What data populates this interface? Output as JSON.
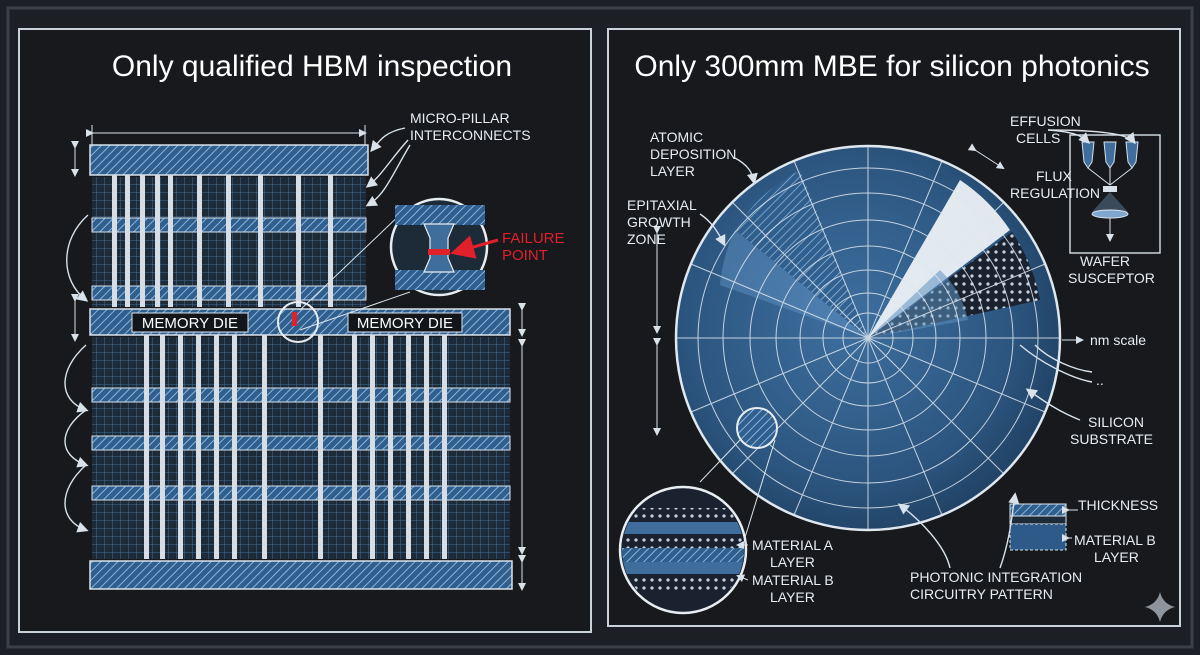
{
  "left_panel": {
    "title": "Only qualified HBM inspection",
    "labels": {
      "micro_pillar_1": "MICRO-PILLAR",
      "micro_pillar_2": "INTERCONNECTS",
      "failure_1": "FAILURE",
      "failure_2": "POINT",
      "memory_die_left": "MEMORY DIE",
      "memory_die_right": "MEMORY DIE"
    }
  },
  "right_panel": {
    "title": "Only 300mm MBE for silicon photonics",
    "labels": {
      "atomic_1": "ATOMIC",
      "atomic_2": "DEPOSITION",
      "atomic_3": "LAYER",
      "epitaxial_1": "EPITAXIAL",
      "epitaxial_2": "GROWTH",
      "epitaxial_3": "ZONE",
      "effusion_1": "EFFUSION",
      "effusion_2": "CELLS",
      "flux_1": "FLUX",
      "flux_2": "REGULATION",
      "wafer_1": "WAFER",
      "wafer_2": "SUSCEPTOR",
      "nm_scale": "nm scale",
      "silicon_1": "SILICON",
      "silicon_2": "SUBSTRATE",
      "thickness": "THICKNESS",
      "matb_right_1": "MATERIAL B",
      "matb_right_2": "LAYER",
      "mata_1": "MATERIAL A",
      "mata_2": "LAYER",
      "matb_1": "MATERIAL B",
      "matb_2": "LAYER",
      "photonic_1": "PHOTONIC INTEGRATION",
      "photonic_2": "CIRCUITRY PATTERN"
    }
  },
  "colors": {
    "background": "#1c1f24",
    "panel": "#17191d",
    "blueprint_blue": "#3f6d9c",
    "line": "#d9e2ea",
    "failure_red": "#e0202a"
  }
}
